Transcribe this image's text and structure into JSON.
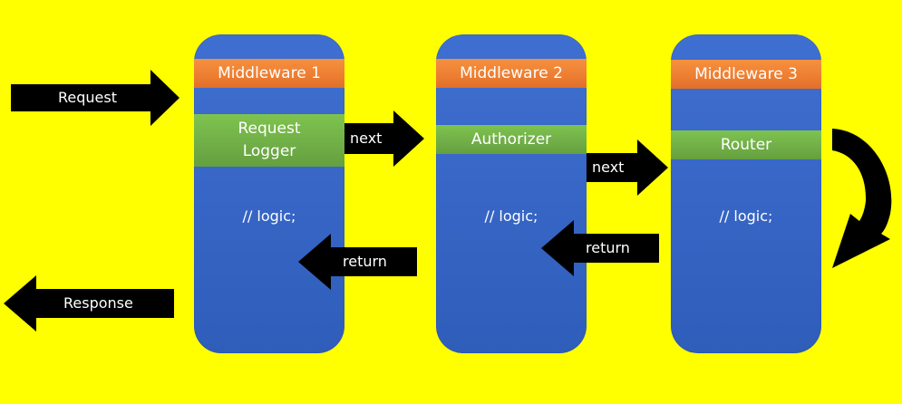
{
  "colors": {
    "background": "#ffff00",
    "column": "#3a6bc8",
    "header": "#ed7d31",
    "component": "#70ad47",
    "arrow": "#000000",
    "text": "#ffffff"
  },
  "request": {
    "label": "Request"
  },
  "response": {
    "label": "Response"
  },
  "middlewares": [
    {
      "header": "Middleware 1",
      "component_lines": [
        "Request",
        "Logger"
      ],
      "logic": "// logic;"
    },
    {
      "header": "Middleware 2",
      "component_lines": [
        "Authorizer"
      ],
      "logic": "// logic;"
    },
    {
      "header": "Middleware 3",
      "component_lines": [
        "Router"
      ],
      "logic": "// logic;"
    }
  ],
  "next_labels": [
    "next",
    "next"
  ],
  "return_labels": [
    "return",
    "return"
  ]
}
